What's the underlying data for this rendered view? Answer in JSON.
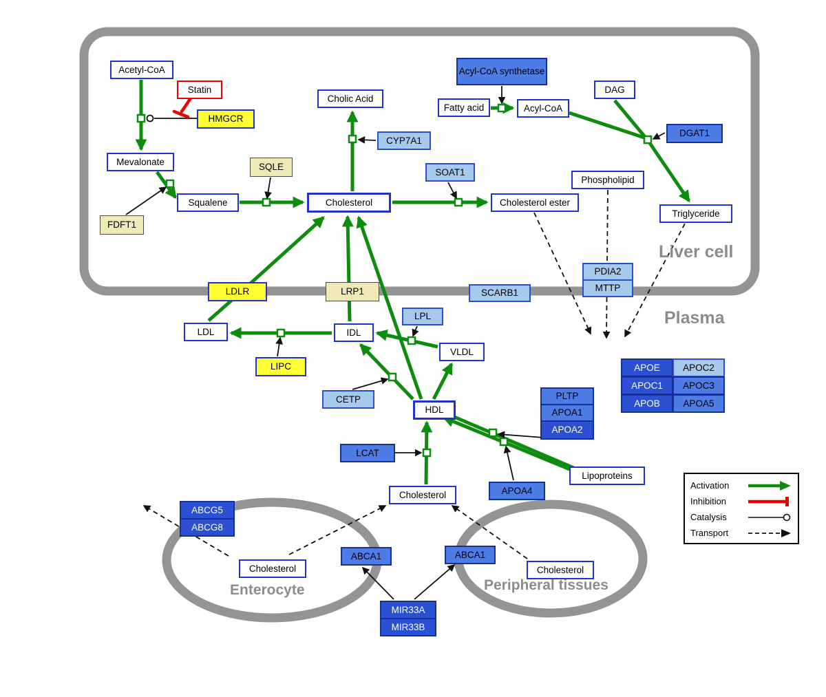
{
  "regions": {
    "liver": "Liver cell",
    "plasma": "Plasma",
    "enterocyte": "Enterocyte",
    "peripheral": "Peripheral tissues"
  },
  "legend": {
    "activation": "Activation",
    "inhibition": "Inhibition",
    "catalysis": "Catalysis",
    "transport": "Transport"
  },
  "colors": {
    "activation_green": "#0e8c0e",
    "inhibition_red": "#ee0000",
    "membrane_gray": "#949494",
    "metabolite_border_blue": "#2233cc",
    "gene_yellow": "#ffff33",
    "gene_pale_yellow": "#efe9b6",
    "gene_blue_light": "#a6c9ee",
    "gene_blue_medium": "#4d7ce6",
    "gene_blue_dark": "#2b50d4"
  },
  "nodes": {
    "acetyl_coa": "Acetyl-CoA",
    "statin": "Statin",
    "hmgcr": "HMGCR",
    "mevalonate": "Mevalonate",
    "sqle": "SQLE",
    "fdft1": "FDFT1",
    "squalene": "Squalene",
    "cholic_acid": "Cholic Acid",
    "cyp7a1": "CYP7A1",
    "cholesterol_liver": "Cholesterol",
    "soat1": "SOAT1",
    "cholesterol_ester": "Cholesterol ester",
    "acyl_coa_synthetase": "Acyl-CoA synthetase",
    "fatty_acid": "Fatty acid",
    "acyl_coa": "Acyl-CoA",
    "dag": "DAG",
    "dgat1": "DGAT1",
    "phospholipid": "Phospholipid",
    "triglyceride": "Triglyceride",
    "ldlr": "LDLR",
    "lrp1": "LRP1",
    "scarb1": "SCARB1",
    "pdia2": "PDIA2",
    "mttp": "MTTP",
    "ldl": "LDL",
    "idl": "IDL",
    "lpl": "LPL",
    "vldl": "VLDL",
    "lipc": "LIPC",
    "cetp": "CETP",
    "hdl": "HDL",
    "lcat": "LCAT",
    "pltp": "PLTP",
    "apoa1": "APOA1",
    "apoa2": "APOA2",
    "apoa4": "APOA4",
    "lipoproteins": "Lipoproteins",
    "apoe": "APOE",
    "apoc2": "APOC2",
    "apoc1": "APOC1",
    "apoc3": "APOC3",
    "apob": "APOB",
    "apoa5": "APOA5",
    "cholesterol_plasma": "Cholesterol",
    "abcg5": "ABCG5",
    "abcg8": "ABCG8",
    "cholesterol_enterocyte": "Cholesterol",
    "abca1_enterocyte": "ABCA1",
    "abca1_peripheral": "ABCA1",
    "cholesterol_peripheral": "Cholesterol",
    "mir33a": "MIR33A",
    "mir33b": "MIR33B"
  }
}
